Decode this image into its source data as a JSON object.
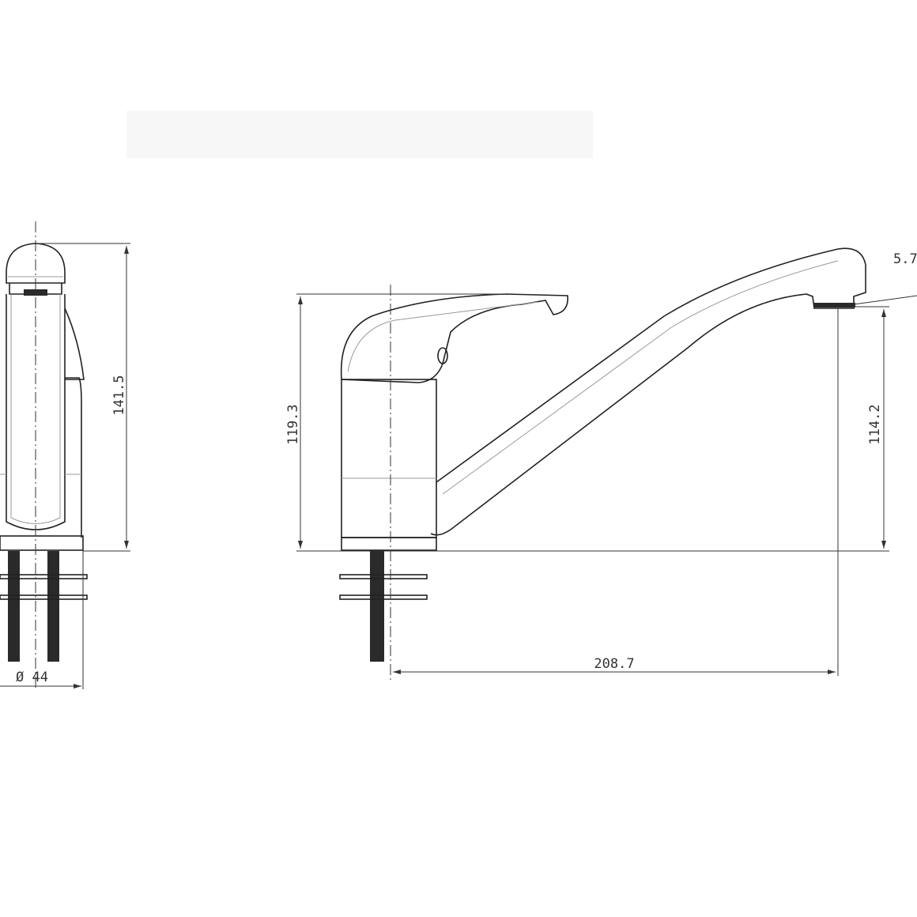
{
  "dimensions": {
    "side_height": "141.5",
    "base_diameter": "Ø 44",
    "body_height": "119.3",
    "spout_height": "114.2",
    "spout_reach": "208.7",
    "spout_angle": "5.7"
  }
}
